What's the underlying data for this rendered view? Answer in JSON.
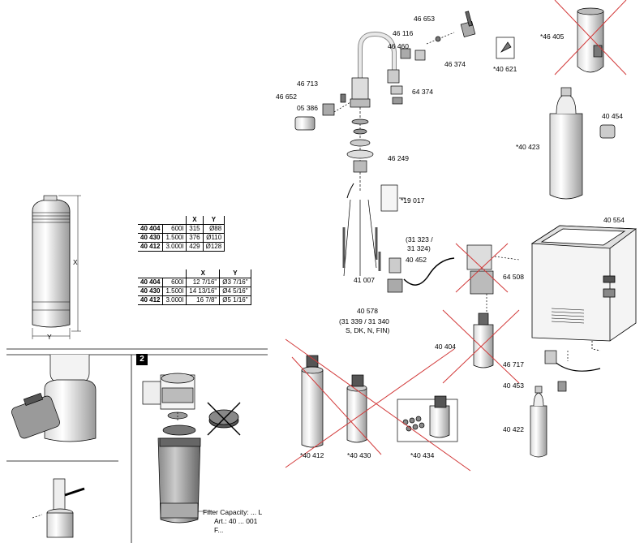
{
  "parts": {
    "p46653": "46 653",
    "p46116": "46 116",
    "p46460": "46 460",
    "p46374": "46 374",
    "p40621": "*40 621",
    "p46405": "*46 405",
    "p46713": "46 713",
    "p46652": "46 652",
    "p05386": "05 386",
    "p64374": "64 374",
    "p40454": "40 454",
    "p40423": "*40 423",
    "p46249": "46 249",
    "p19017": "*19 017",
    "p31323a": "(31 323 /",
    "p31323b": "31 324)",
    "p40452": "40 452",
    "p41007": "41 007",
    "p64508": "64 508",
    "p40554": "40 554",
    "p40578": "40 578",
    "p31339a": "(31 339 / 31 340",
    "p31339b": "S, DK, N, FIN)",
    "p40404": "40 404",
    "p46717": "46 717",
    "p40453": "40 453",
    "p40422": "40 422",
    "p40412": "*40 412",
    "p40430": "*40 430",
    "p40434": "*40 434"
  },
  "dimensions": {
    "x_label": "X",
    "y_label": "Y"
  },
  "table_metric": {
    "headers": [
      "X",
      "Y"
    ],
    "rows": [
      {
        "code": "40 404",
        "cap": "600l",
        "x": "315",
        "y": "Ø88"
      },
      {
        "code": "40 430",
        "cap": "1.500l",
        "x": "376",
        "y": "Ø110"
      },
      {
        "code": "40 412",
        "cap": "3.000l",
        "x": "429",
        "y": "Ø128"
      }
    ]
  },
  "table_imperial": {
    "headers": [
      "X",
      "Y"
    ],
    "rows": [
      {
        "code": "40 404",
        "cap": "600l",
        "x": "12 7/16\"",
        "y": "Ø3 7/16\""
      },
      {
        "code": "40 430",
        "cap": "1.500l",
        "x": "14 13/16\"",
        "y": "Ø4 5/16\""
      },
      {
        "code": "40 412",
        "cap": "3.000l",
        "x": "16 7/8\"",
        "y": "Ø5 1/16\""
      }
    ]
  },
  "step2": {
    "number": "2",
    "line1": "Filter Capacity: ... L",
    "line2": "Art.: 40 ... 001",
    "line3": "F..."
  },
  "colors": {
    "cross": "#d23a3a",
    "ink": "#000000"
  }
}
